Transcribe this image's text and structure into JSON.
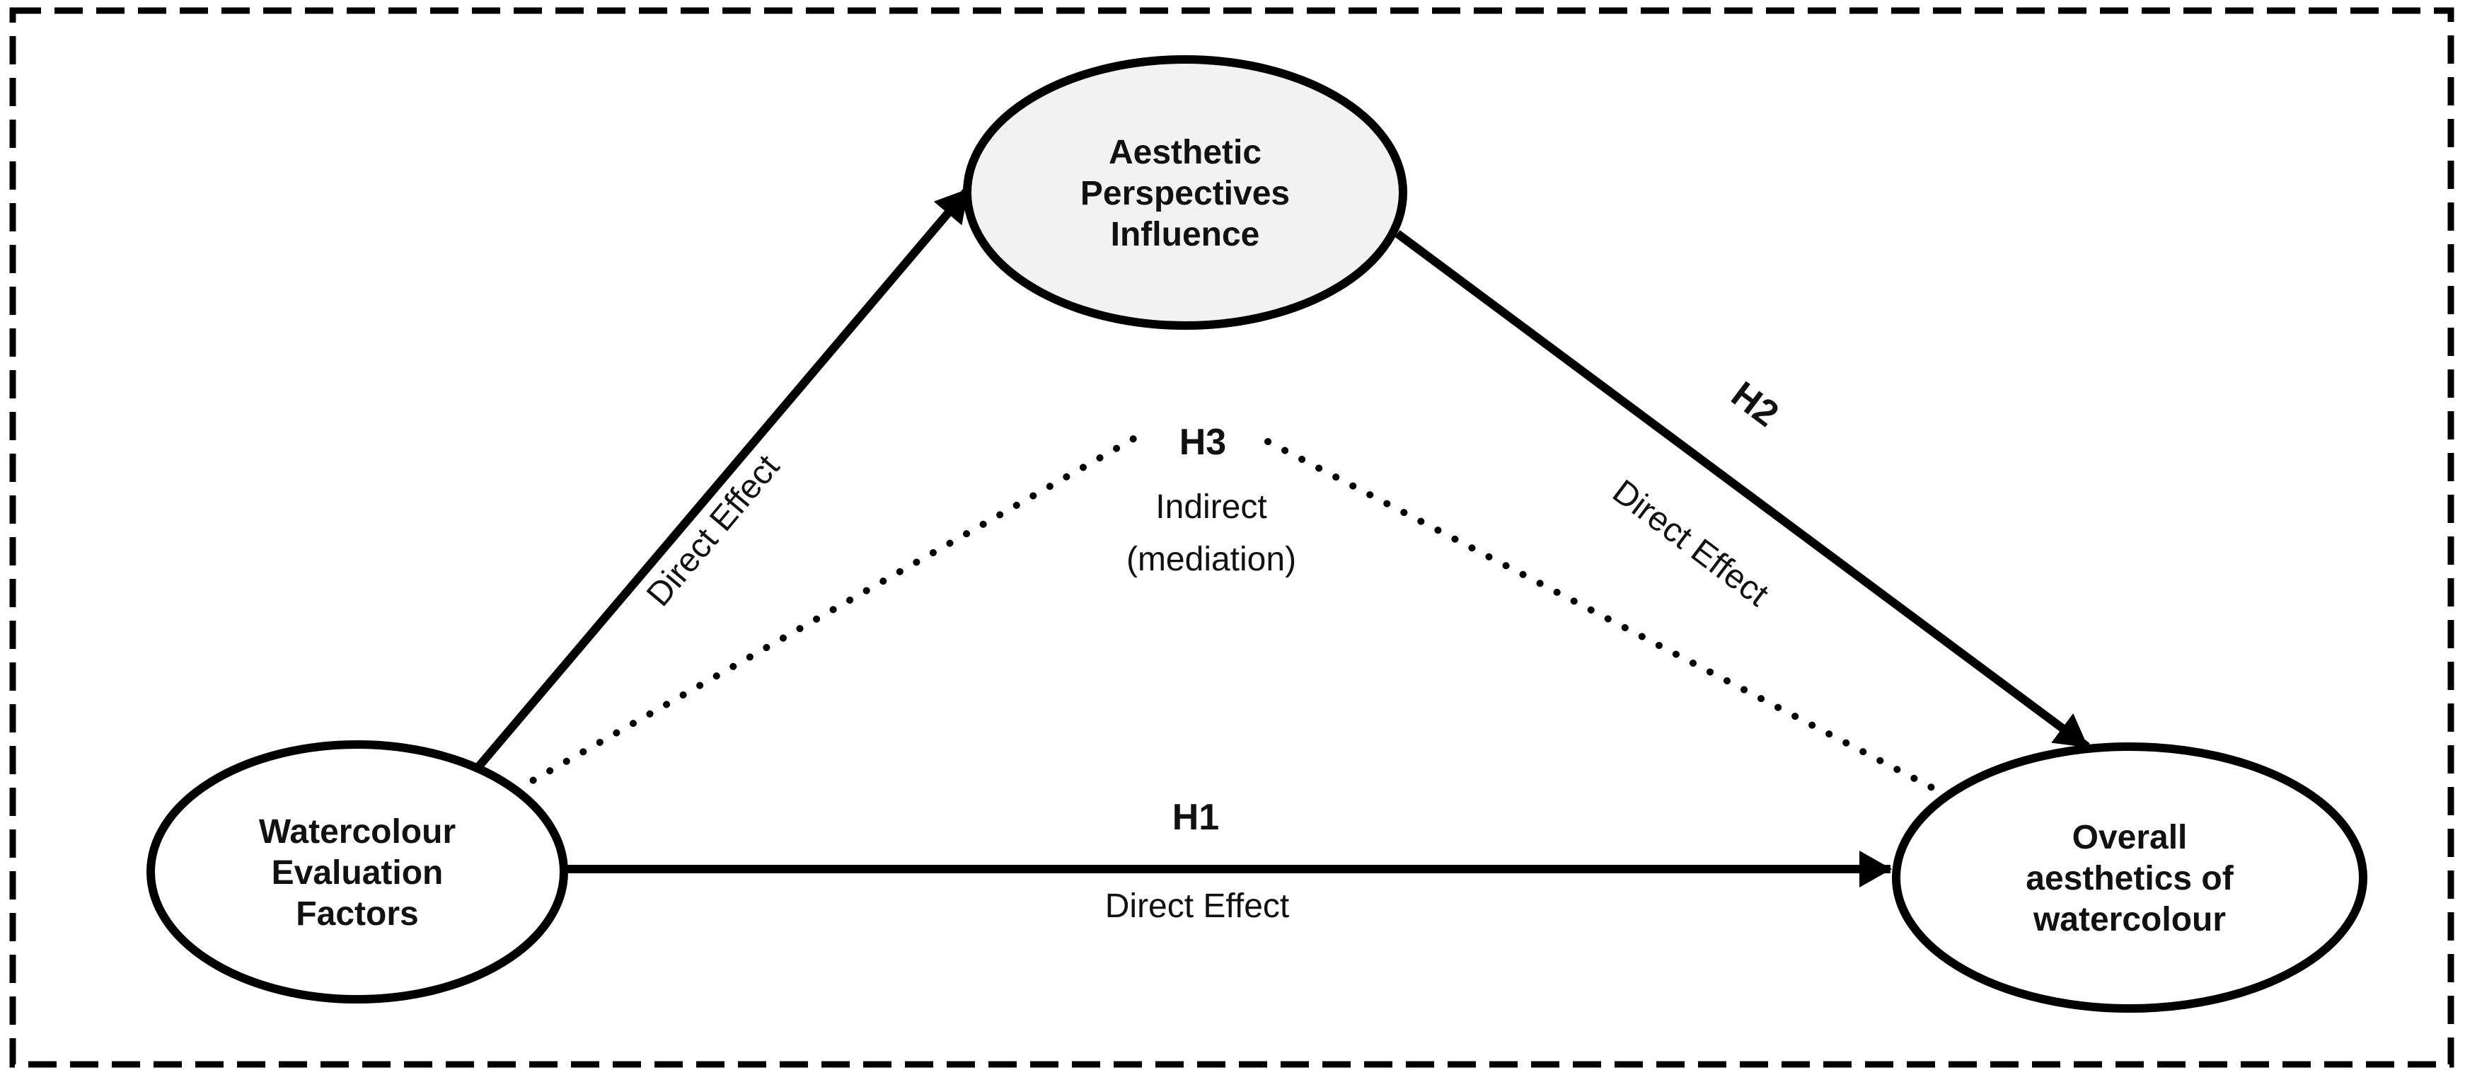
{
  "diagram": {
    "border_color": "#000000",
    "background": "#ffffff",
    "colors": {
      "ink": "#000000",
      "mediator_fill": "#f2f2f2",
      "node_fill": "#ffffff"
    },
    "nodes": {
      "mediator": {
        "lines": [
          "Aesthetic",
          "Perspectives",
          "Influence"
        ]
      },
      "predictor": {
        "lines": [
          "Watercolour",
          "Evaluation",
          "Factors"
        ]
      },
      "outcome": {
        "lines": [
          "Overall",
          "aesthetics of",
          "watercolour"
        ]
      }
    },
    "edges": {
      "predictor_to_mediator": {
        "label": "Direct Effect",
        "style": "solid-arrow"
      },
      "mediator_to_outcome": {
        "hypothesis": "H2",
        "label": "Direct Effect",
        "style": "solid-arrow"
      },
      "predictor_to_outcome": {
        "hypothesis": "H1",
        "label": "Direct Effect",
        "style": "solid-arrow"
      },
      "mediation_path": {
        "hypothesis": "H3",
        "label_lines": [
          "Indirect",
          "(mediation)"
        ],
        "style": "dotted"
      }
    }
  }
}
